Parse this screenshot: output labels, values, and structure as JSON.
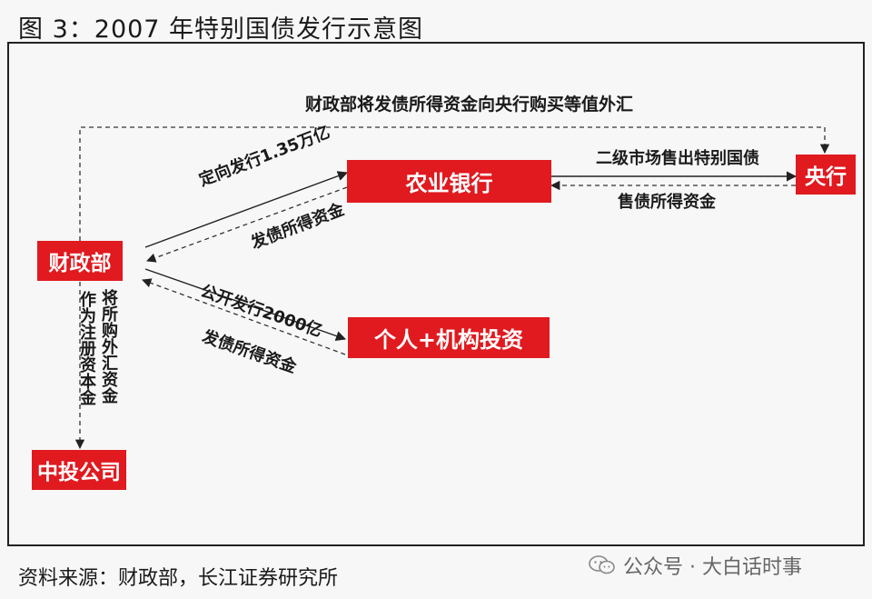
{
  "title": "图 3：2007 年特别国债发行示意图",
  "nodes": {
    "finance_ministry": "财政部",
    "abc_bank": "农业银行",
    "central_bank": "央行",
    "investors": "个人+机构投资",
    "cic": "中投公司"
  },
  "edges": {
    "top_loop": "财政部将发债所得资金向央行购买等值外汇",
    "directed_issue": "定向发行1.35万亿",
    "directed_proceeds": "发债所得资金",
    "secondary_market": "二级市场售出特别国债",
    "sale_proceeds": "售债所得资金",
    "public_issue": "公开发行2000亿",
    "public_proceeds": "发债所得资金",
    "fx_transfer": "将所购外汇资金",
    "registered_capital": "作为注册资本金"
  },
  "source": "资料来源：财政部，长江证券研究所",
  "watermark": "公众号 · 大白话时事"
}
